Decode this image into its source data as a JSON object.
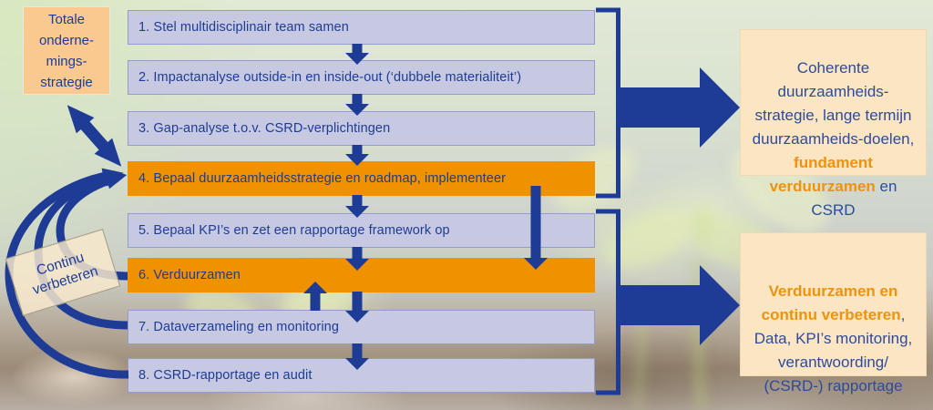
{
  "diagram": {
    "strategy_box": "Totale\nonderne-\nmings-\nstrategie",
    "loop_label": "Continu\nverbeteren",
    "steps": [
      {
        "label": "1. Stel multidisciplinair team samen",
        "highlighted": false
      },
      {
        "label": "2. Impactanalyse outside-in en inside-out (‘dubbele materialiteit’)",
        "highlighted": false
      },
      {
        "label": "3. Gap-analyse t.o.v. CSRD-verplichtingen",
        "highlighted": false
      },
      {
        "label": "4. Bepaal duurzaamheidsstrategie en roadmap, implementeer",
        "highlighted": true
      },
      {
        "label": "5. Bepaal KPI’s  en zet een rapportage framework op",
        "highlighted": false
      },
      {
        "label": "6. Verduurzamen",
        "highlighted": true
      },
      {
        "label": "7. Dataverzameling en monitoring",
        "highlighted": false
      },
      {
        "label": "8. CSRD-rapportage en audit",
        "highlighted": false
      }
    ],
    "outcomes": {
      "top": {
        "lead": "Coherente\nduurzaamheids-\nstrategie, lange termijn\nduurzaamheids-doelen,\n",
        "highlight": "fundament\nverduurzamen",
        "tail": " en CSRD"
      },
      "bottom": {
        "highlight": "Verduurzamen en\ncontinu verbeteren",
        "tail": ",\nData, KPI’s monitoring,\nverantwoording/\n(CSRD-) rapportage"
      }
    }
  },
  "colors": {
    "dark_blue": "#1e3c96",
    "step_fill": "#c6c9e1",
    "step_border": "#959cc9",
    "accent_orange": "#f09200",
    "outcome_fill": "#fce5c3",
    "outcome_border": "#eed9b2",
    "outcome_text": "#2d4b9d",
    "highlight_text": "#f0920a",
    "strategy_fill": "#fac98f",
    "strategy_border": "#e9e7df",
    "loop_label_fill": "rgba(248,232,204,0.84)"
  }
}
